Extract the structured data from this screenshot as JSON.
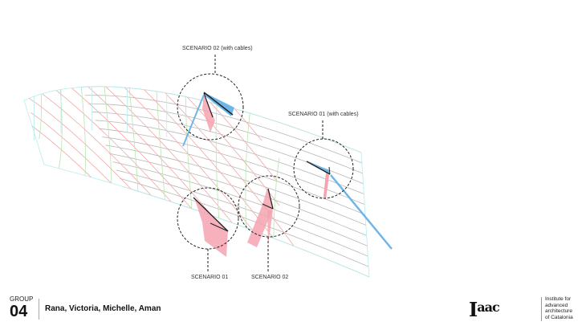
{
  "scenarios": [
    {
      "label": "SCENARIO 02 (with cables)"
    },
    {
      "label": "SCENARIO 01 (with cables)"
    },
    {
      "label": "SCENARIO 01"
    },
    {
      "label": "SCENARIO 02"
    }
  ],
  "footer": {
    "group_label": "GROUP",
    "group_number": "04",
    "members": "Rana, Victoria, Michelle, Aman",
    "logo_text": "Iaac",
    "institute_lines": [
      "Institute for",
      "advanced",
      "architecture",
      "of Catalonia"
    ]
  },
  "colors": {
    "grid_gray": "#b8b8b8",
    "red": "#f0a8a8",
    "green": "#b8e6b0",
    "cyan": "#b8ecec",
    "blue": "#6fb6e8",
    "pink": "#f4a3b0"
  }
}
